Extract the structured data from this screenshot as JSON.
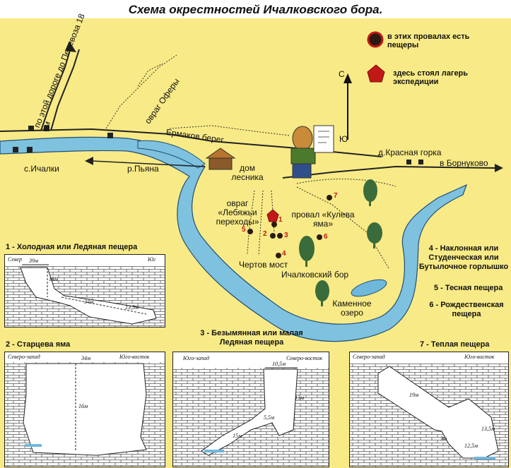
{
  "title": "Схема окрестностей Ичалковского бора.",
  "colors": {
    "paper": "#f8ea86",
    "river": "#7ec2df",
    "lake": "#6fb8dc",
    "road": "#222222",
    "tree": "#3a6b3a",
    "cave_marker": "#2b1a12",
    "camp_marker": "#c21818",
    "label_red": "#c21818"
  },
  "legend": {
    "caves": "в этих провалах есть пещеры",
    "camp": "здесь стоял лагерь экспедиции",
    "cave_icon": "cave-marker-icon",
    "camp_icon": "camp-marker-icon"
  },
  "compass": {
    "north": "С",
    "south": "Ю"
  },
  "map_labels": {
    "road_perevoz": "по этой дороге до Перевоза 18 км",
    "ravine_ofery": "овраг Оферы",
    "ermakov_bereg": "Ермаков берег",
    "ichalki": "с.Ичалки",
    "pyana": "р.Пьяна",
    "forester_house": "дом лесника",
    "krasnaya_gorka": "д.Красная горка",
    "to_bornukovo": "в Борнуково",
    "ravine_lebyazhi": "овраг «Лебяжьи переходы»",
    "proval_kuleva": "провал «Кулева яма»",
    "chertov_most": "Чертов мост",
    "ichalkovsky_bor": "Ичалковский бор",
    "kamennoe_ozero": "Каменное озеро"
  },
  "cave_markers": [
    "1",
    "2",
    "3",
    "4",
    "5",
    "6",
    "7"
  ],
  "cave_list": {
    "c4": "4 - Наклонная или Студенческая или Бутылочное горлышко",
    "c5": "5 - Тесная пещера",
    "c6": "6 - Рождественская пещера"
  },
  "insets": [
    {
      "title": "1 - Холодная или Ледяная пещера",
      "dir_left": "Север",
      "dir_right": "Юг",
      "dims": [
        "39м",
        "16м",
        "34м",
        "13,5м"
      ]
    },
    {
      "title": "2 - Старцева яма",
      "dir_left": "Северо-запад",
      "dir_right": "Юго-восток",
      "dims": [
        "34м",
        "16м"
      ]
    },
    {
      "title": "3 - Безымянная или малая Ледяная пещера",
      "dir_left": "Юго-запад",
      "dir_right": "Северо-восток",
      "dims": [
        "10,5м",
        "13м",
        "5,5м",
        "15м"
      ]
    },
    {
      "title": "7 - Теплая пещера",
      "dir_left": "Северо-запад",
      "dir_right": "Юго-восток",
      "dims": [
        "19м",
        "13,5м",
        "12,5м",
        "3м"
      ]
    }
  ]
}
